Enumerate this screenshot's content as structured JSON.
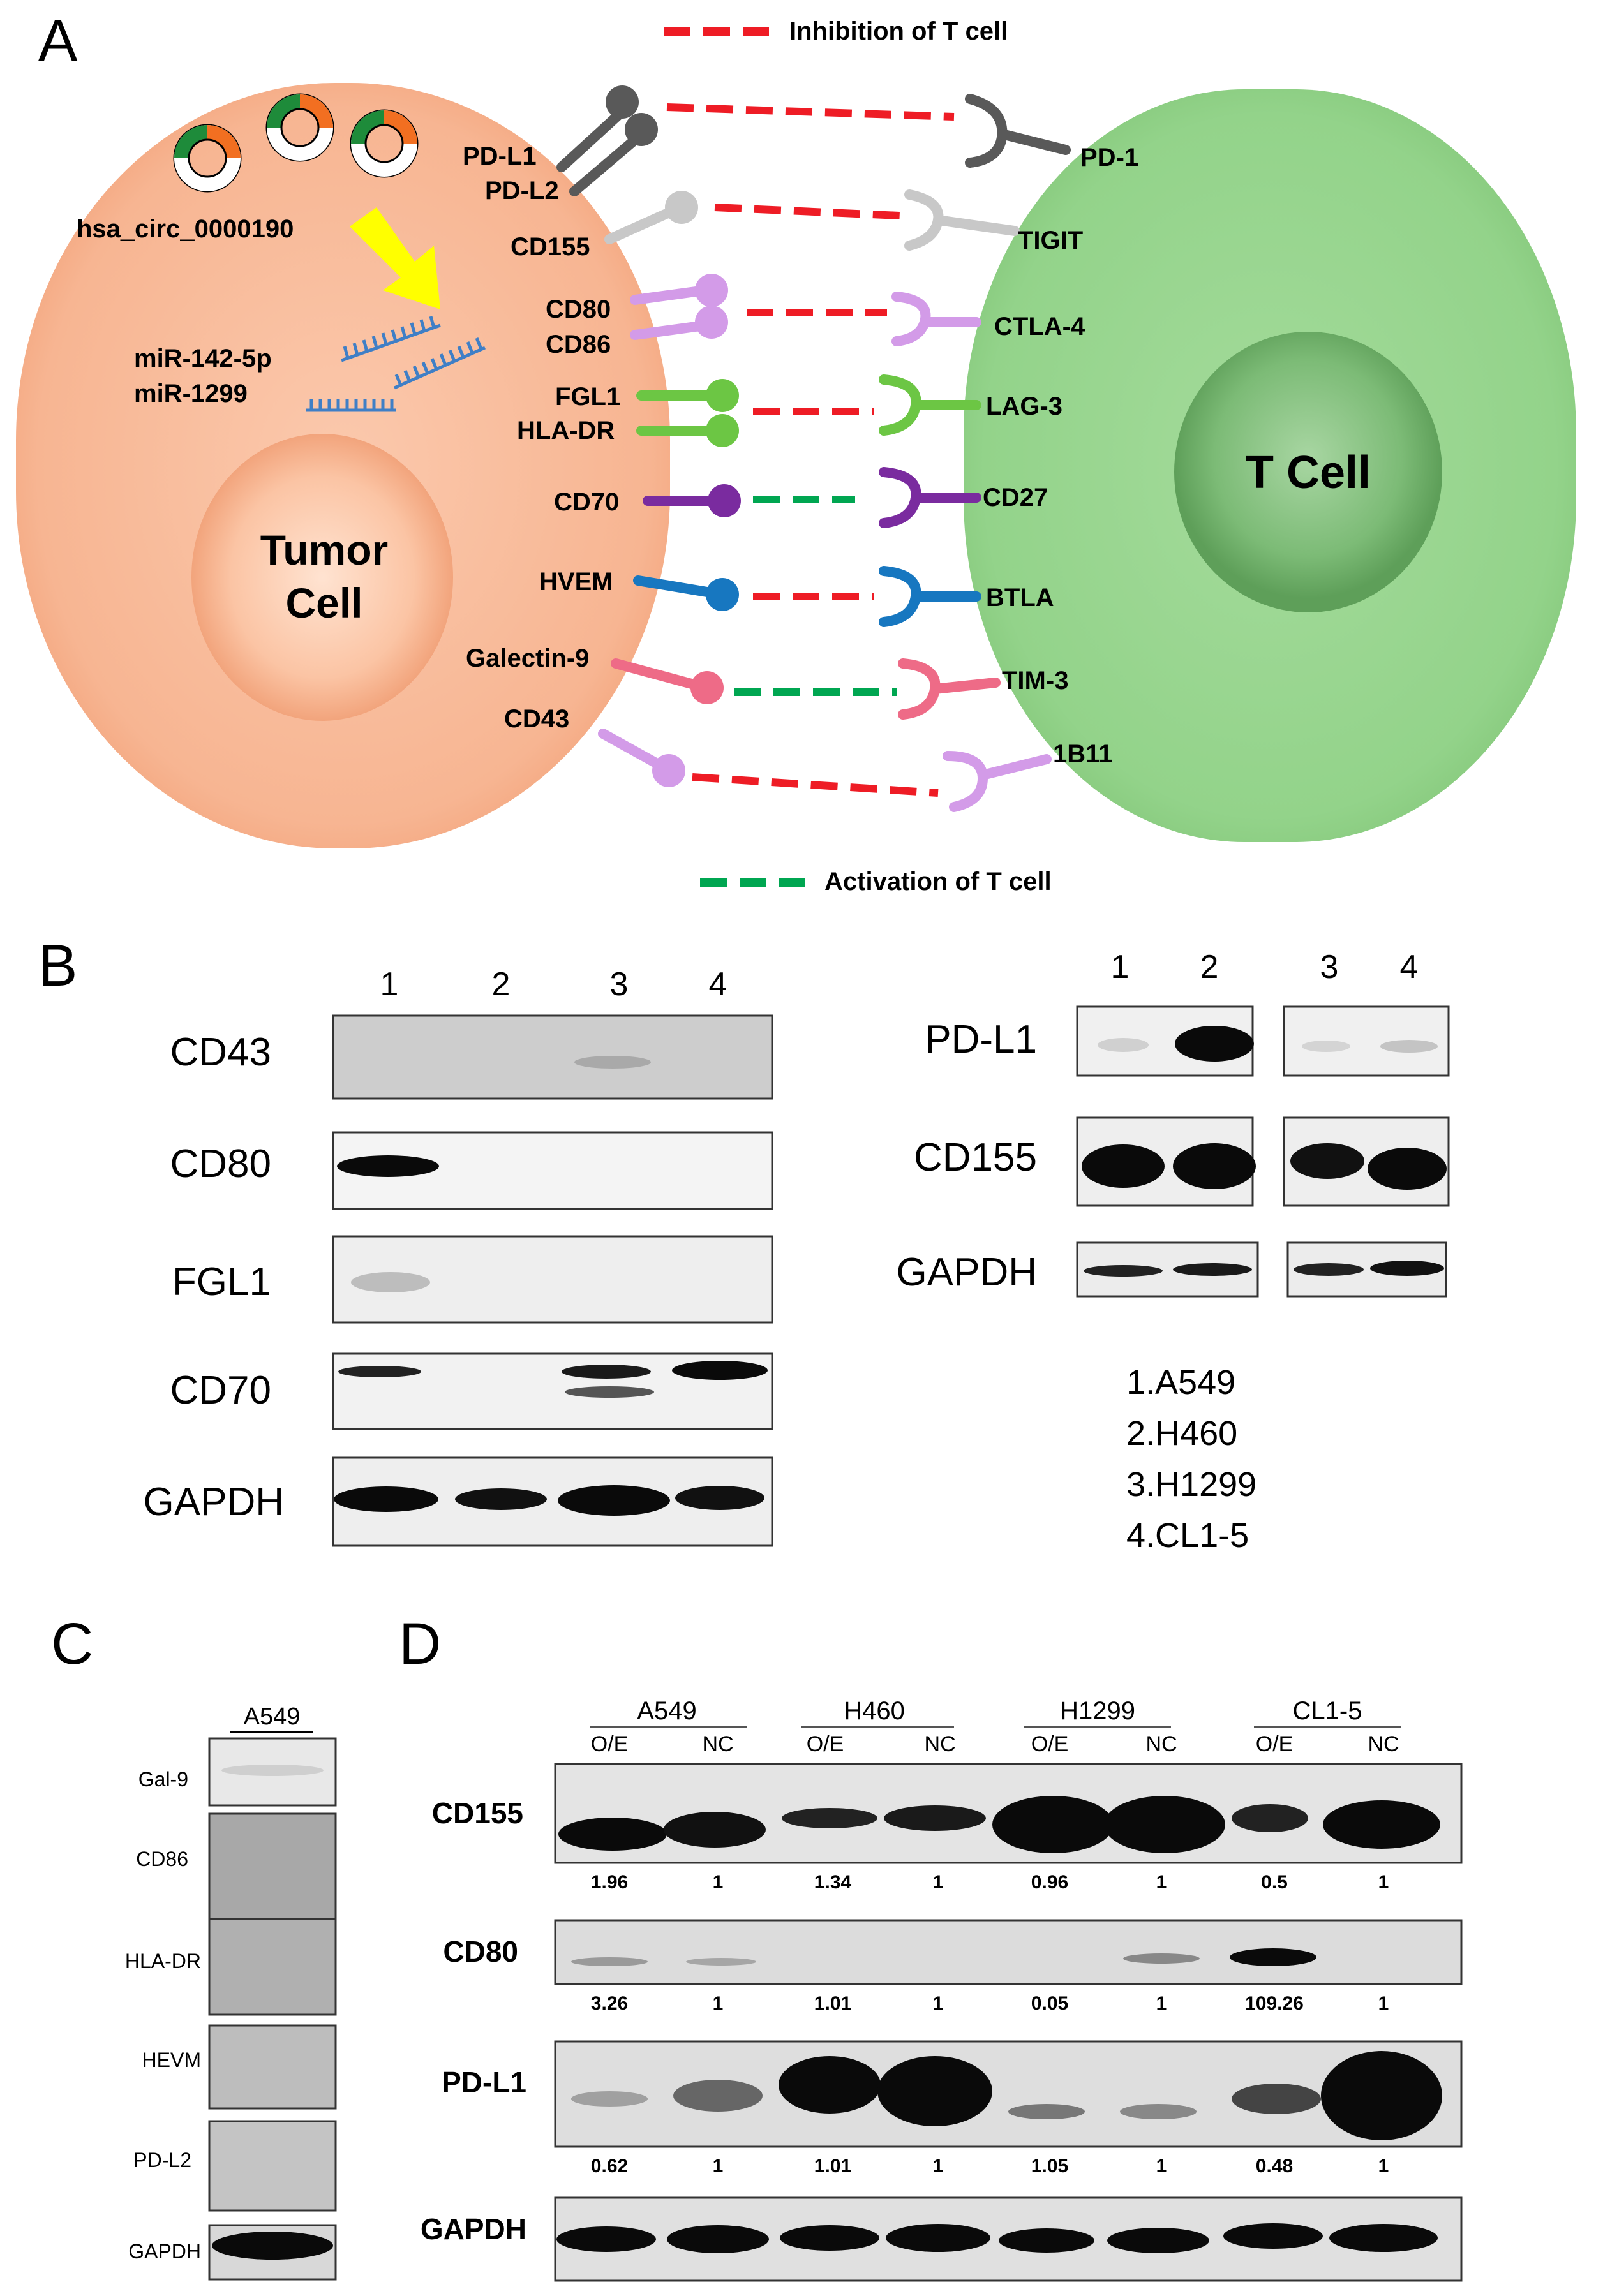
{
  "panel_a": {
    "letter": "A",
    "legend_inhibition": "Inhibition of T cell",
    "legend_activation": "Activation of T cell",
    "circ_label": "hsa_circ_0000190",
    "mirnas": [
      "miR-142-5p",
      "miR-1299"
    ],
    "tumor_label": [
      "Tumor",
      "Cell"
    ],
    "tcell_label": "T Cell",
    "ligands": [
      "PD-L1",
      "PD-L2",
      "CD155",
      "CD80",
      "CD86",
      "FGL1",
      "HLA-DR",
      "CD70",
      "HVEM",
      "Galectin-9",
      "CD43"
    ],
    "receptors": [
      "PD-1",
      "TIGIT",
      "CTLA-4",
      "LAG-3",
      "CD27",
      "BTLA",
      "TIM-3",
      "1B11"
    ],
    "colors": {
      "tumor": "#f7b592",
      "tcell": "#93d38a",
      "inhibition": "#ee1c25",
      "activation": "#00a651",
      "pd": "#595959",
      "cd155": "#c8c8c8",
      "cd80": "#d39be8",
      "fgl1": "#6cc644",
      "cd70": "#7a2b9f",
      "hvem": "#1777c0",
      "gal9": "#ee6b87",
      "cd43": "#d39be8"
    }
  },
  "panel_b": {
    "letter": "B",
    "left_lanes": [
      "1",
      "2",
      "3",
      "4"
    ],
    "left_proteins": [
      "CD43",
      "CD80",
      "FGL1",
      "CD70",
      "GAPDH"
    ],
    "right_lanes": [
      "1",
      "2",
      "3",
      "4"
    ],
    "right_proteins": [
      "PD-L1",
      "CD155",
      "GAPDH"
    ],
    "cell_lines": [
      "1.A549",
      "2.H460",
      "3.H1299",
      "4.CL1-5"
    ]
  },
  "panel_c": {
    "letter": "C",
    "header": "A549",
    "proteins": [
      "Gal-9",
      "CD86",
      "HLA-DR",
      "HEVM",
      "PD-L2",
      "GAPDH"
    ]
  },
  "panel_d": {
    "letter": "D",
    "groups": [
      "A549",
      "H460",
      "H1299",
      "CL1-5"
    ],
    "sub": [
      "O/E",
      "NC"
    ],
    "proteins": [
      "CD155",
      "CD80",
      "PD-L1",
      "GAPDH"
    ],
    "quant": {
      "CD155": [
        "1.96",
        "1",
        "1.34",
        "1",
        "0.96",
        "1",
        "0.5",
        "1"
      ],
      "CD80": [
        "3.26",
        "1",
        "1.01",
        "1",
        "0.05",
        "1",
        "109.26",
        "1"
      ],
      "PD-L1": [
        "0.62",
        "1",
        "1.01",
        "1",
        "1.05",
        "1",
        "0.48",
        "1"
      ]
    }
  }
}
